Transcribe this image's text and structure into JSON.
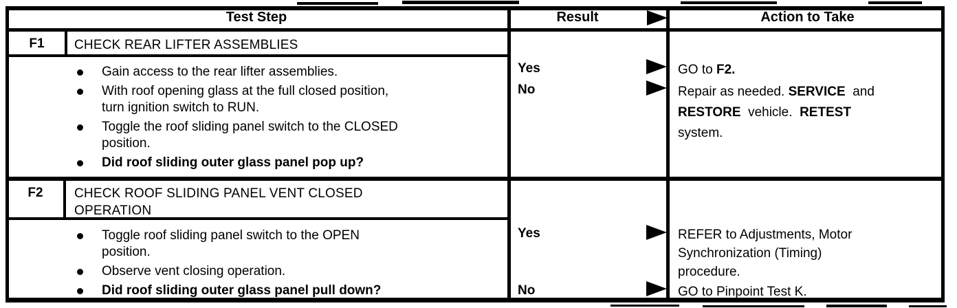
{
  "table": {
    "headers": {
      "test_step": "Test Step",
      "result": "Result",
      "action": "Action to Take"
    },
    "steps": [
      {
        "id": "F1",
        "title": "CHECK REAR LIFTER ASSEMBLIES",
        "bullets": [
          {
            "text": "Gain access to the rear lifter assemblies.",
            "bold": false
          },
          {
            "text": "With roof opening glass at the full closed position,\nturn ignition switch to RUN.",
            "bold": false
          },
          {
            "text": "Toggle the roof sliding panel switch to the CLOSED\nposition.",
            "bold": false
          },
          {
            "text": "Did roof sliding outer glass panel pop up?",
            "bold": true
          }
        ],
        "results": [
          {
            "answer": "Yes",
            "action_segments": [
              {
                "text": "GO to "
              },
              {
                "text": "F2.",
                "bold": true
              }
            ]
          },
          {
            "answer": "No",
            "action_segments": [
              {
                "text": "Repair as needed. "
              },
              {
                "text": "SERVICE",
                "bold": true
              },
              {
                "text": "  and\n"
              },
              {
                "text": "RESTORE",
                "bold": true
              },
              {
                "text": "  vehicle.  "
              },
              {
                "text": "RETEST",
                "bold": true
              },
              {
                "text": "\nsystem."
              }
            ]
          }
        ]
      },
      {
        "id": "F2",
        "title": "CHECK ROOF SLIDING PANEL VENT CLOSED\nOPERATION",
        "bullets": [
          {
            "text": "Toggle roof sliding panel switch to the OPEN\nposition.",
            "bold": false
          },
          {
            "text": "Observe vent closing operation.",
            "bold": false
          },
          {
            "text": "Did roof sliding outer glass panel pull down?",
            "bold": true
          }
        ],
        "results": [
          {
            "answer": "Yes",
            "action_segments": [
              {
                "text": "REFER to Adjustments, Motor\nSynchronization (Timing)\nprocedure."
              }
            ]
          },
          {
            "answer": "No",
            "action_segments": [
              {
                "text": "GO to Pinpoint Test K."
              }
            ]
          }
        ]
      }
    ]
  },
  "icons": {
    "result_arrow": "filled-right-arrow",
    "bullet": "filled-circle"
  },
  "colors": {
    "ink": "#000000",
    "paper": "#ffffff"
  }
}
